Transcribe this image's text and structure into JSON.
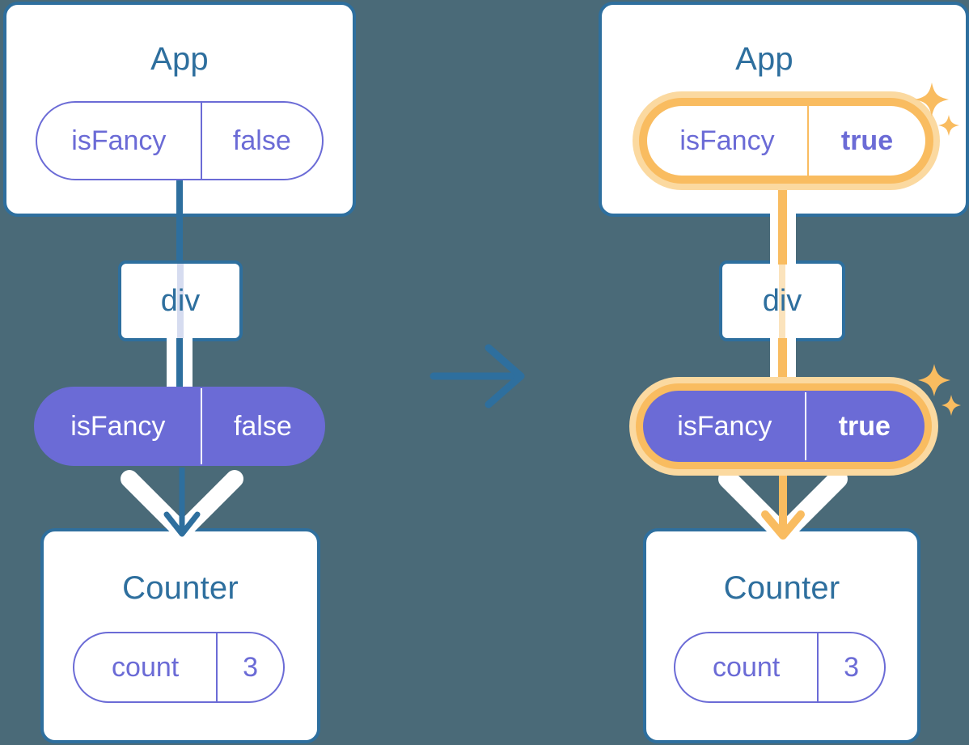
{
  "diagram": {
    "type": "react-state-tree-before-after",
    "background_color": "#4a6a78",
    "accent_blue": "#2e6f9e",
    "accent_purple": "#6b6bd6",
    "highlight_orange": "#f9bc60",
    "highlight_glow": "#fbd9a0",
    "transition_arrow": "arrow-right-icon"
  },
  "before": {
    "app": {
      "title": "App",
      "state_pill": {
        "key": "isFancy",
        "value": "false",
        "style": "outline",
        "highlighted": false,
        "bold_value": false
      }
    },
    "div": {
      "label": "div"
    },
    "prop_pill": {
      "key": "isFancy",
      "value": "false",
      "style": "solid",
      "highlighted": false,
      "bold_value": false
    },
    "counter": {
      "title": "Counter",
      "state_pill": {
        "key": "count",
        "value": "3",
        "style": "outline",
        "highlighted": false,
        "bold_value": false
      }
    },
    "wire_color": "#2e6f9e",
    "arrow_color": "#2e6f9e",
    "sparkles": false
  },
  "after": {
    "app": {
      "title": "App",
      "state_pill": {
        "key": "isFancy",
        "value": "true",
        "style": "outline",
        "highlighted": true,
        "bold_value": true
      }
    },
    "div": {
      "label": "div"
    },
    "prop_pill": {
      "key": "isFancy",
      "value": "true",
      "style": "solid",
      "highlighted": true,
      "bold_value": true
    },
    "counter": {
      "title": "Counter",
      "state_pill": {
        "key": "count",
        "value": "3",
        "style": "outline",
        "highlighted": false,
        "bold_value": false
      }
    },
    "wire_color": "#f9bc60",
    "arrow_color": "#f9bc60",
    "sparkles": true
  }
}
